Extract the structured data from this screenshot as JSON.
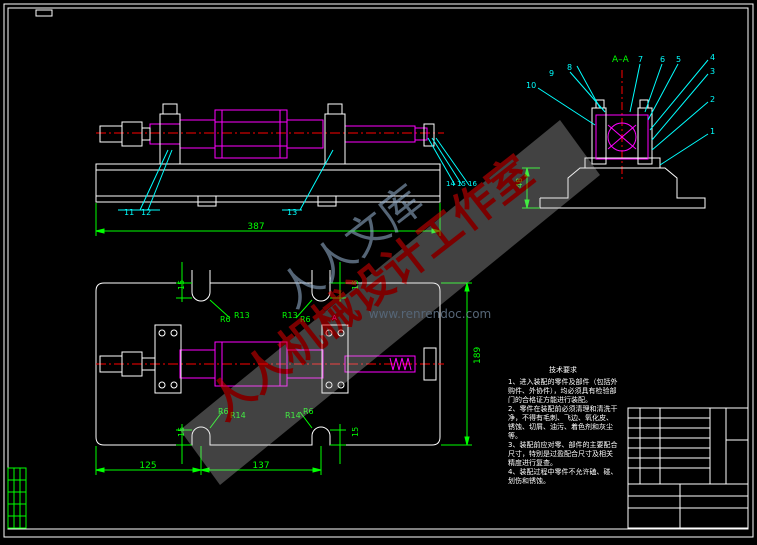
{
  "colors": {
    "background": "#000000",
    "frame": "#ffffff",
    "part": "#ff00ff",
    "dimension": "#00ff00",
    "leader": "#00ffff",
    "center_line": "#ff0000",
    "watermark": "#9bb8d8"
  },
  "section_view": {
    "label": "A–A",
    "callouts": [
      "1",
      "2",
      "3",
      "4",
      "5",
      "6",
      "7",
      "8",
      "9",
      "10"
    ],
    "dimension": "48"
  },
  "front_view": {
    "callouts": [
      "11",
      "12",
      "13",
      "14",
      "15",
      "16"
    ],
    "length": "387"
  },
  "top_view": {
    "dims": {
      "width_left": "125",
      "width_right": "137",
      "height": "189",
      "slot_a": "15",
      "slot_b": "15",
      "slot_c": "15",
      "slot_d": "15",
      "r_top_left_1": "R6",
      "r_top_left_2": "R13",
      "r_top_right_1": "R13",
      "r_top_right_2": "R6",
      "r_bot_left_1": "R6",
      "r_bot_left_2": "R14",
      "r_bot_right_1": "R14",
      "r_bot_right_2": "R6"
    },
    "section_mark": "A"
  },
  "technical_notes": {
    "title": "技术要求",
    "lines": [
      "1、进入装配的零件及部件（包括外购件、外协件），均必须具有检验部门的合格证方能进行装配。",
      "2、零件在装配前必须清理和清洗干净，不得有毛刺、飞边、氧化皮、锈蚀、切屑、油污、着色剂和灰尘等。",
      "3、装配前应对零、部件的主要配合尺寸，特别是过盈配合尺寸及相关精度进行复查。",
      "4、装配过程中零件不允许磕、碰、划伤和锈蚀。"
    ]
  },
  "watermark": {
    "line1": "人人机械设计工作室",
    "line2": "人人文库",
    "url": "www.renrendoc.com"
  }
}
